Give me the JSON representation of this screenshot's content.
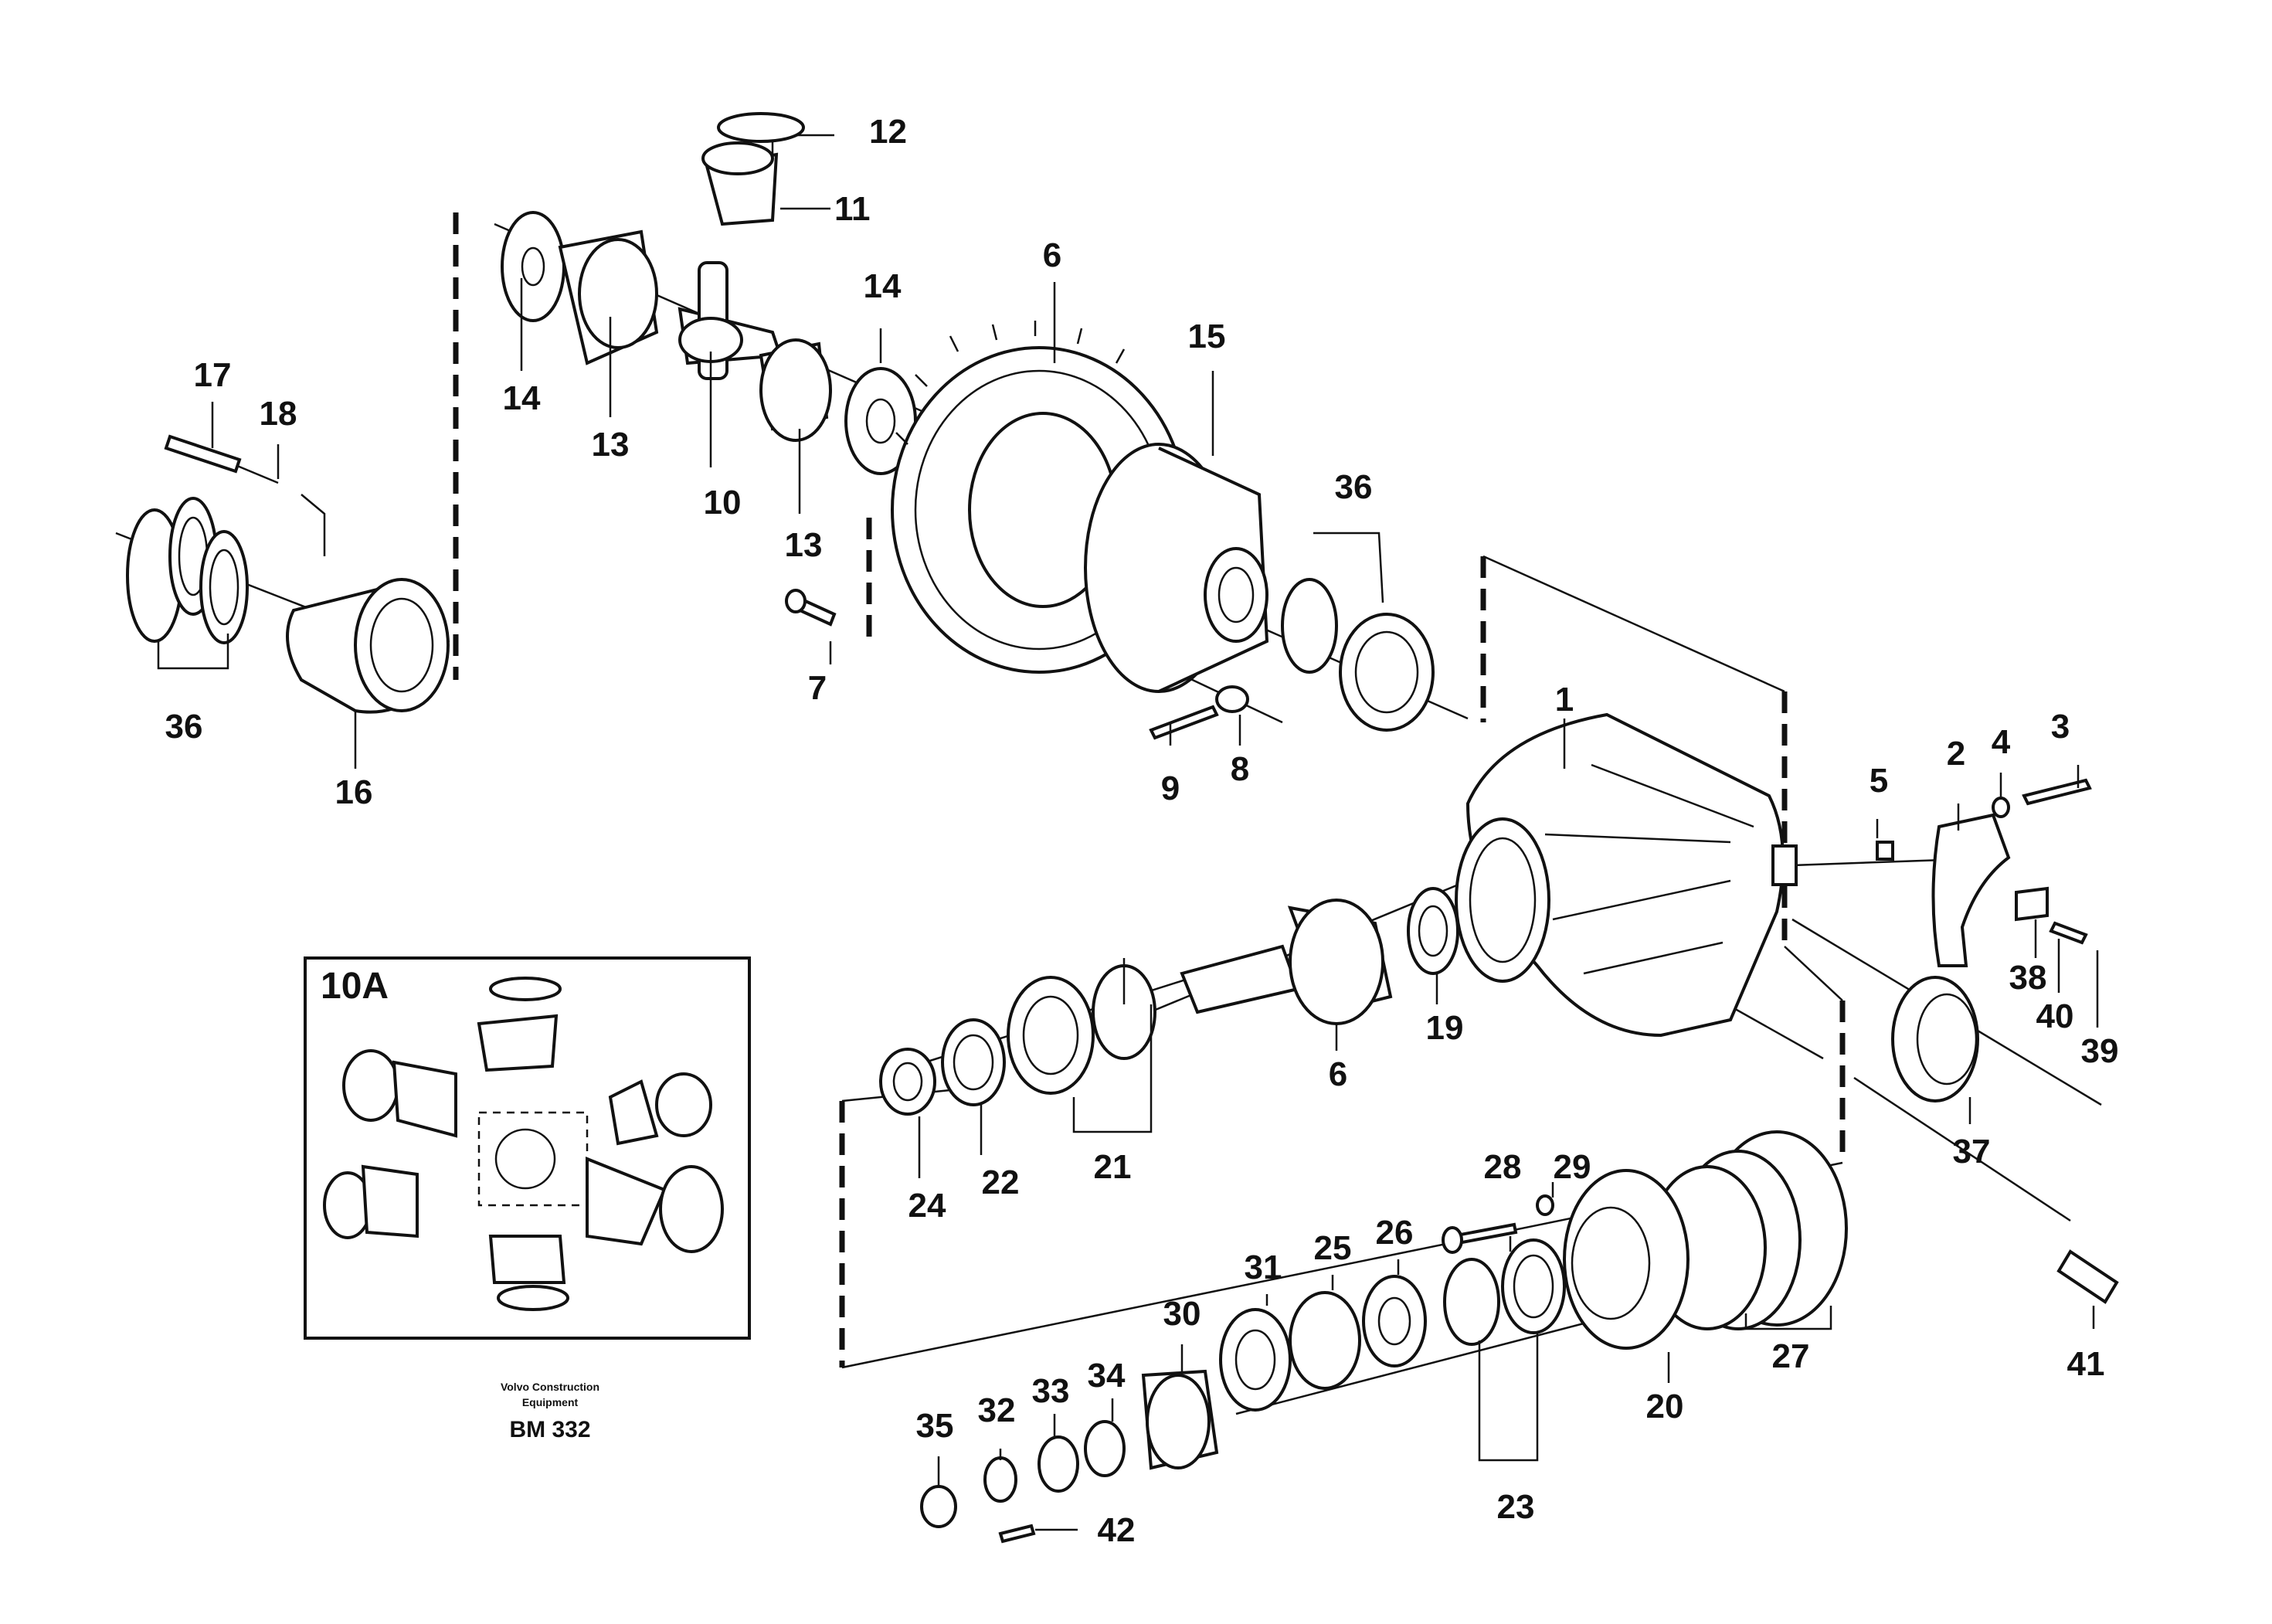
{
  "inset": {
    "title": "10A"
  },
  "credit": {
    "line1": "Volvo Construction",
    "line2": "Equipment",
    "code": "BM 332"
  },
  "callouts": [
    {
      "n": "1"
    },
    {
      "n": "2"
    },
    {
      "n": "3"
    },
    {
      "n": "4"
    },
    {
      "n": "5"
    },
    {
      "n": "6"
    },
    {
      "n": "6"
    },
    {
      "n": "7"
    },
    {
      "n": "8"
    },
    {
      "n": "9"
    },
    {
      "n": "10"
    },
    {
      "n": "11"
    },
    {
      "n": "12"
    },
    {
      "n": "13"
    },
    {
      "n": "13"
    },
    {
      "n": "14"
    },
    {
      "n": "14"
    },
    {
      "n": "15"
    },
    {
      "n": "16"
    },
    {
      "n": "17"
    },
    {
      "n": "18"
    },
    {
      "n": "19"
    },
    {
      "n": "20"
    },
    {
      "n": "21"
    },
    {
      "n": "22"
    },
    {
      "n": "23"
    },
    {
      "n": "24"
    },
    {
      "n": "25"
    },
    {
      "n": "26"
    },
    {
      "n": "27"
    },
    {
      "n": "28"
    },
    {
      "n": "29"
    },
    {
      "n": "30"
    },
    {
      "n": "31"
    },
    {
      "n": "32"
    },
    {
      "n": "33"
    },
    {
      "n": "34"
    },
    {
      "n": "35"
    },
    {
      "n": "36"
    },
    {
      "n": "36"
    },
    {
      "n": "37"
    },
    {
      "n": "38"
    },
    {
      "n": "39"
    },
    {
      "n": "40"
    },
    {
      "n": "41"
    },
    {
      "n": "42"
    }
  ]
}
